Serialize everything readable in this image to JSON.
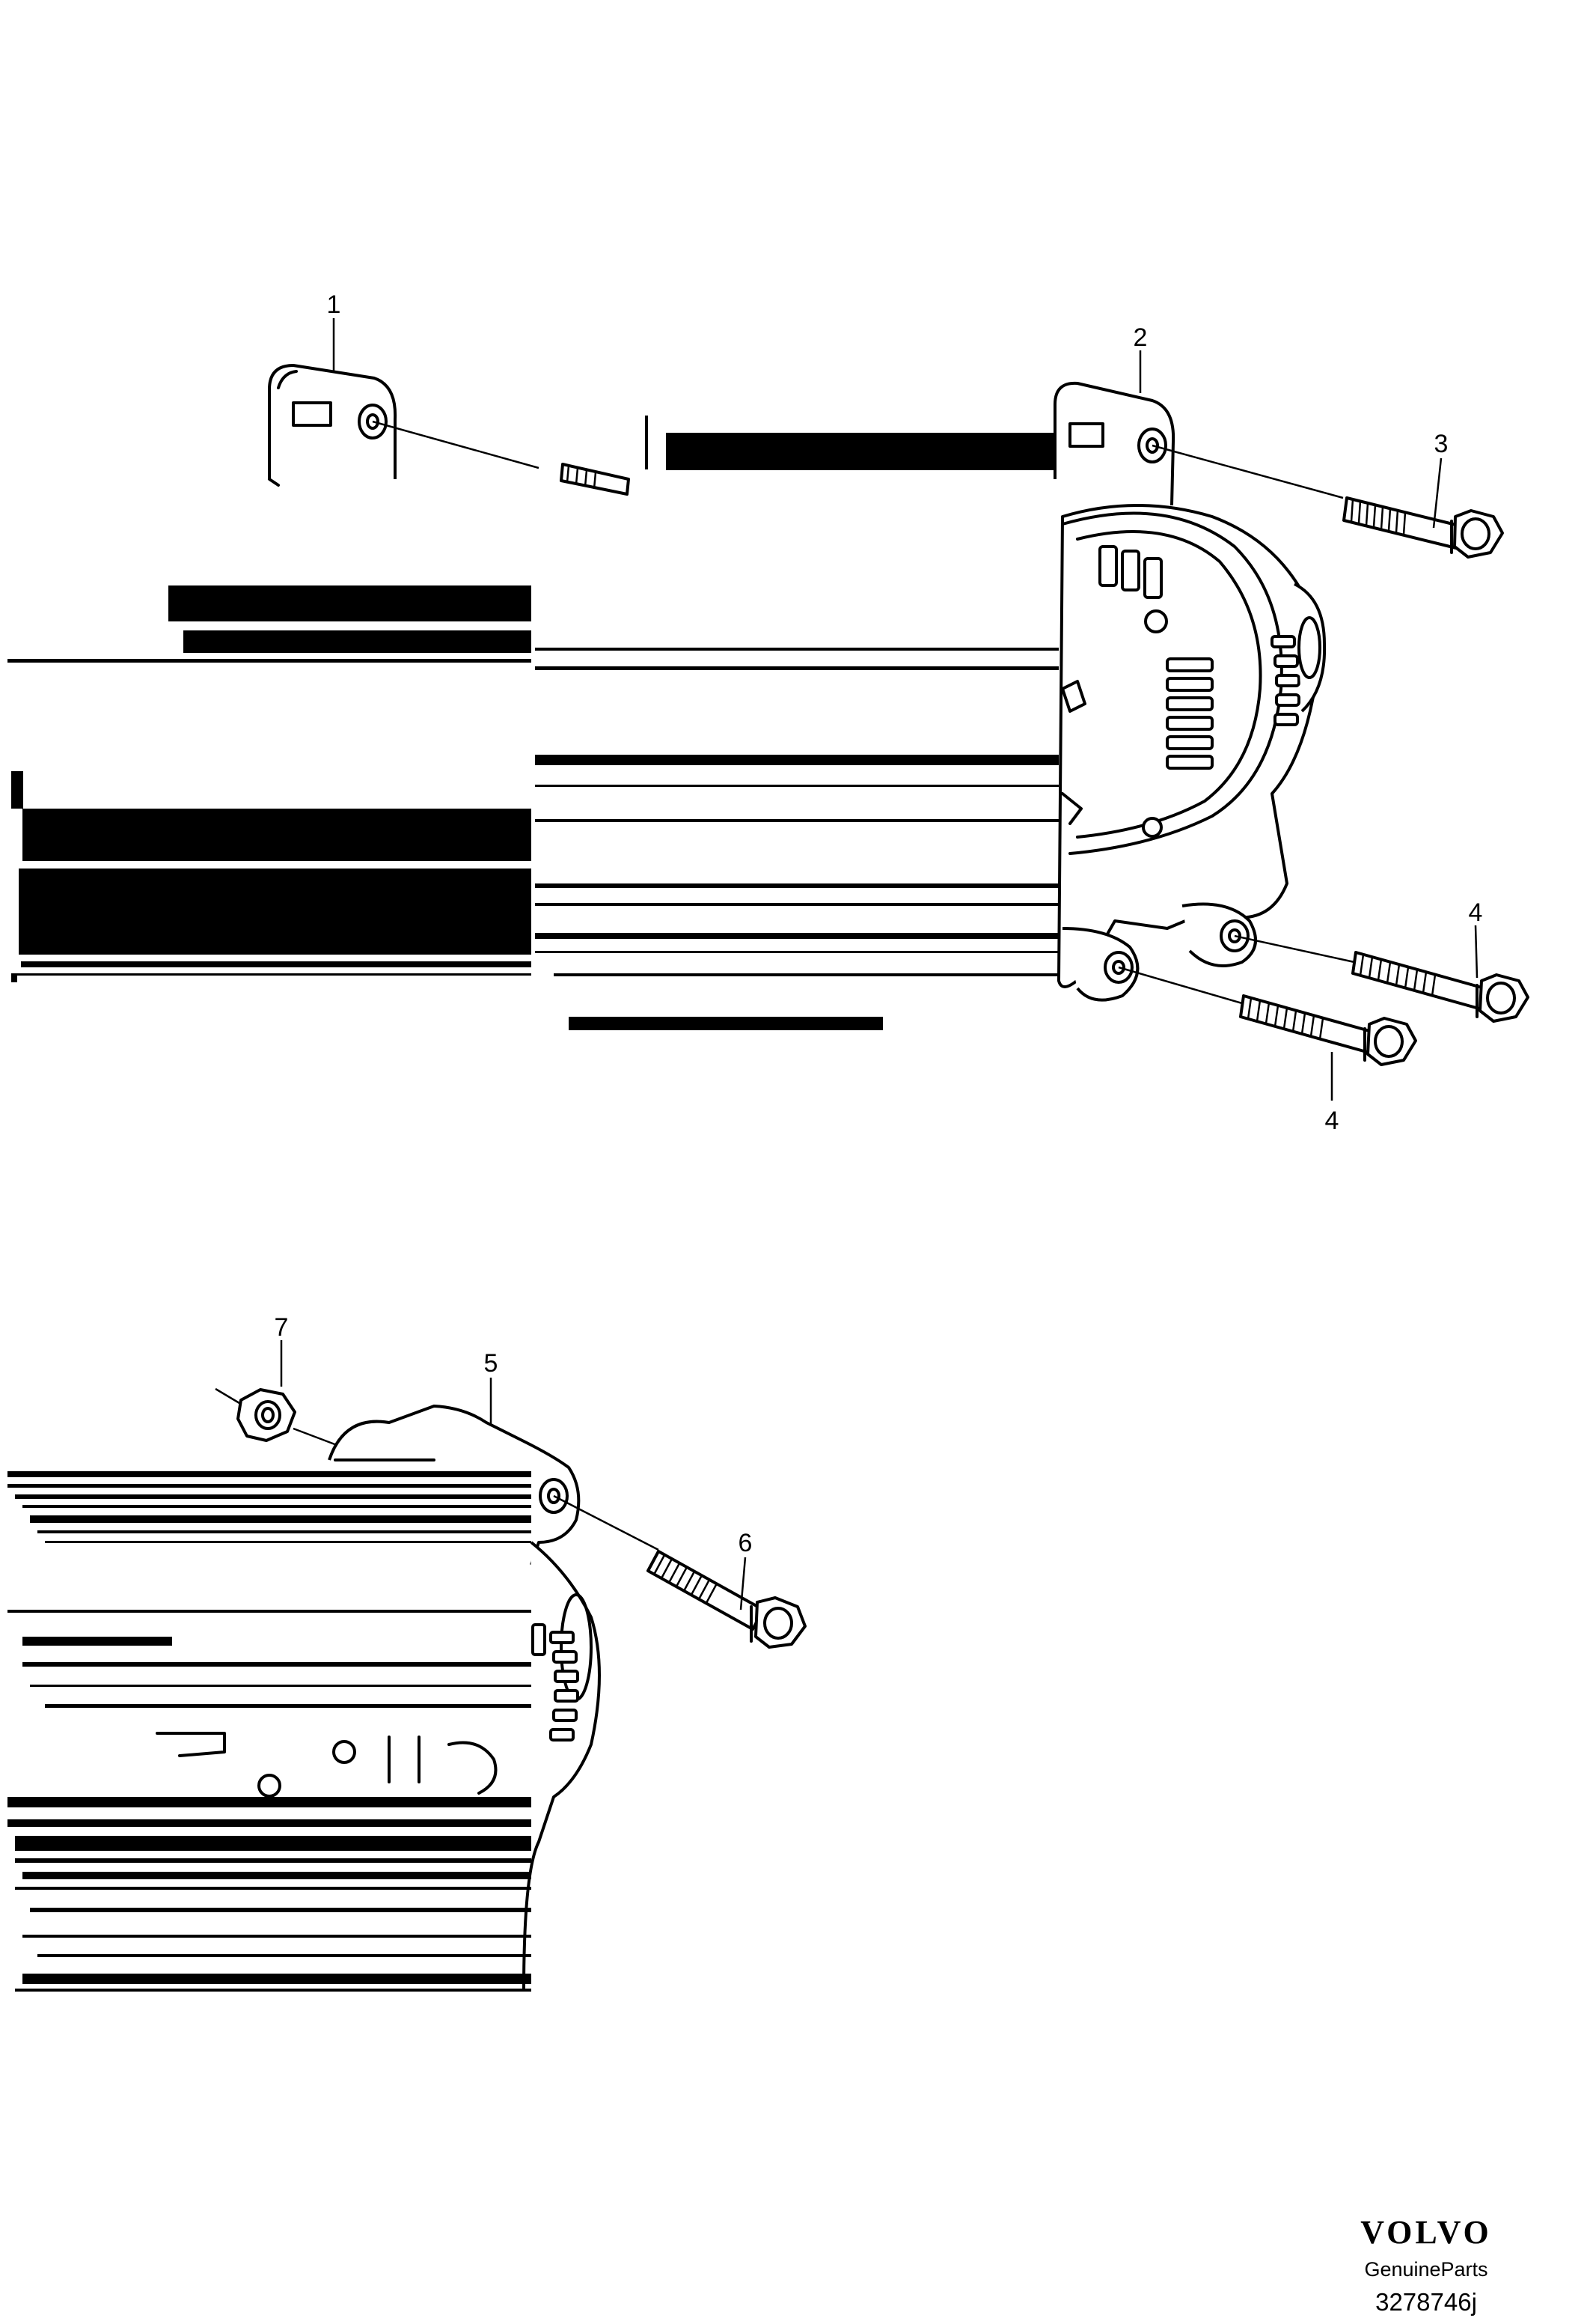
{
  "callouts": {
    "c1": "1",
    "c2": "2",
    "c3": "3",
    "c4a": "4",
    "c4b": "4",
    "c5": "5",
    "c6": "6",
    "c7": "7"
  },
  "branding": {
    "logo_text": "VOLVO",
    "subtitle": "GenuineParts",
    "drawing_number": "3278746j"
  }
}
